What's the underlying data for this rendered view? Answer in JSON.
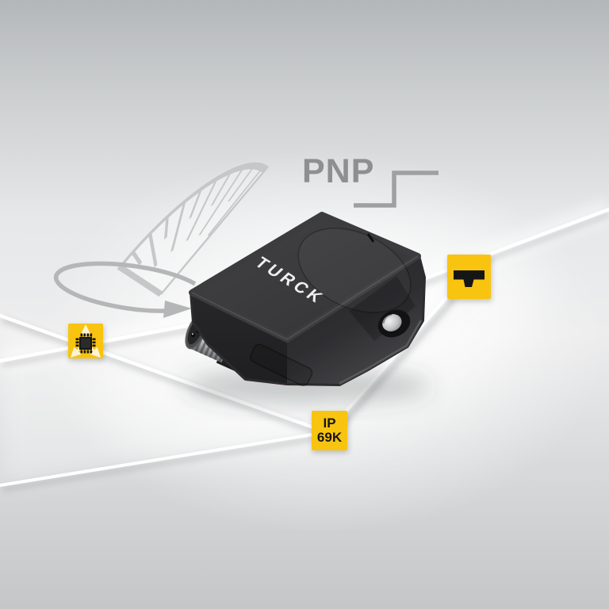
{
  "scene": {
    "description": "TURCK inclinometer sensor product image with feature icons",
    "overlay": {
      "pnp_label": "PNP",
      "gauge_icon": "tilt-angle-protractor",
      "rotation_arrow_icon": "rotation-ellipse-arrow",
      "step_icon": "pnp-output-step-signal"
    },
    "product": {
      "brand_print": "TURCK",
      "body_color": "#2c2c2e",
      "top_face_color": "#3c3c3e"
    },
    "badges": {
      "turck_logo": {
        "name": "turck-logo-badge",
        "color": "#f8c410"
      },
      "chip": {
        "name": "mems-chip-badge",
        "color": "#f8c410"
      },
      "ip_rating": {
        "line1": "IP",
        "line2": "69K",
        "color": "#f8c410"
      }
    },
    "colors": {
      "accent_yellow": "#f8c410",
      "overlay_gray": "#8e8f90",
      "line_gray": "#9fa0a1",
      "gauge_gray": "#c6c7c8",
      "background_top": "#b4b7b9",
      "background_center": "#f2f3f4",
      "background_bottom": "#c4c6c8",
      "beam_white": "#ffffff"
    }
  }
}
